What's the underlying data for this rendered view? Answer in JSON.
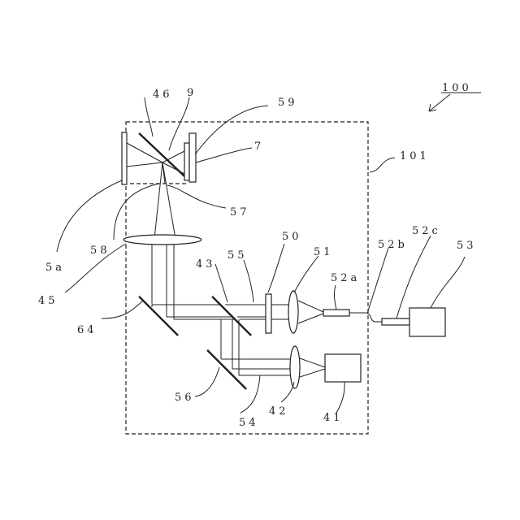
{
  "labels": {
    "l100": "100",
    "l101": "101",
    "l46": "46",
    "l9": "9",
    "l59": "59",
    "l7": "7",
    "l5a": "5a",
    "l57": "57",
    "l58": "58",
    "l45": "45",
    "l43": "43",
    "l55": "55",
    "l50": "50",
    "l51": "51",
    "l52a": "52a",
    "l52b": "52b",
    "l52c": "52c",
    "l53": "53",
    "l64": "64",
    "l56": "56",
    "l54": "54",
    "l42": "42",
    "l41": "41"
  }
}
